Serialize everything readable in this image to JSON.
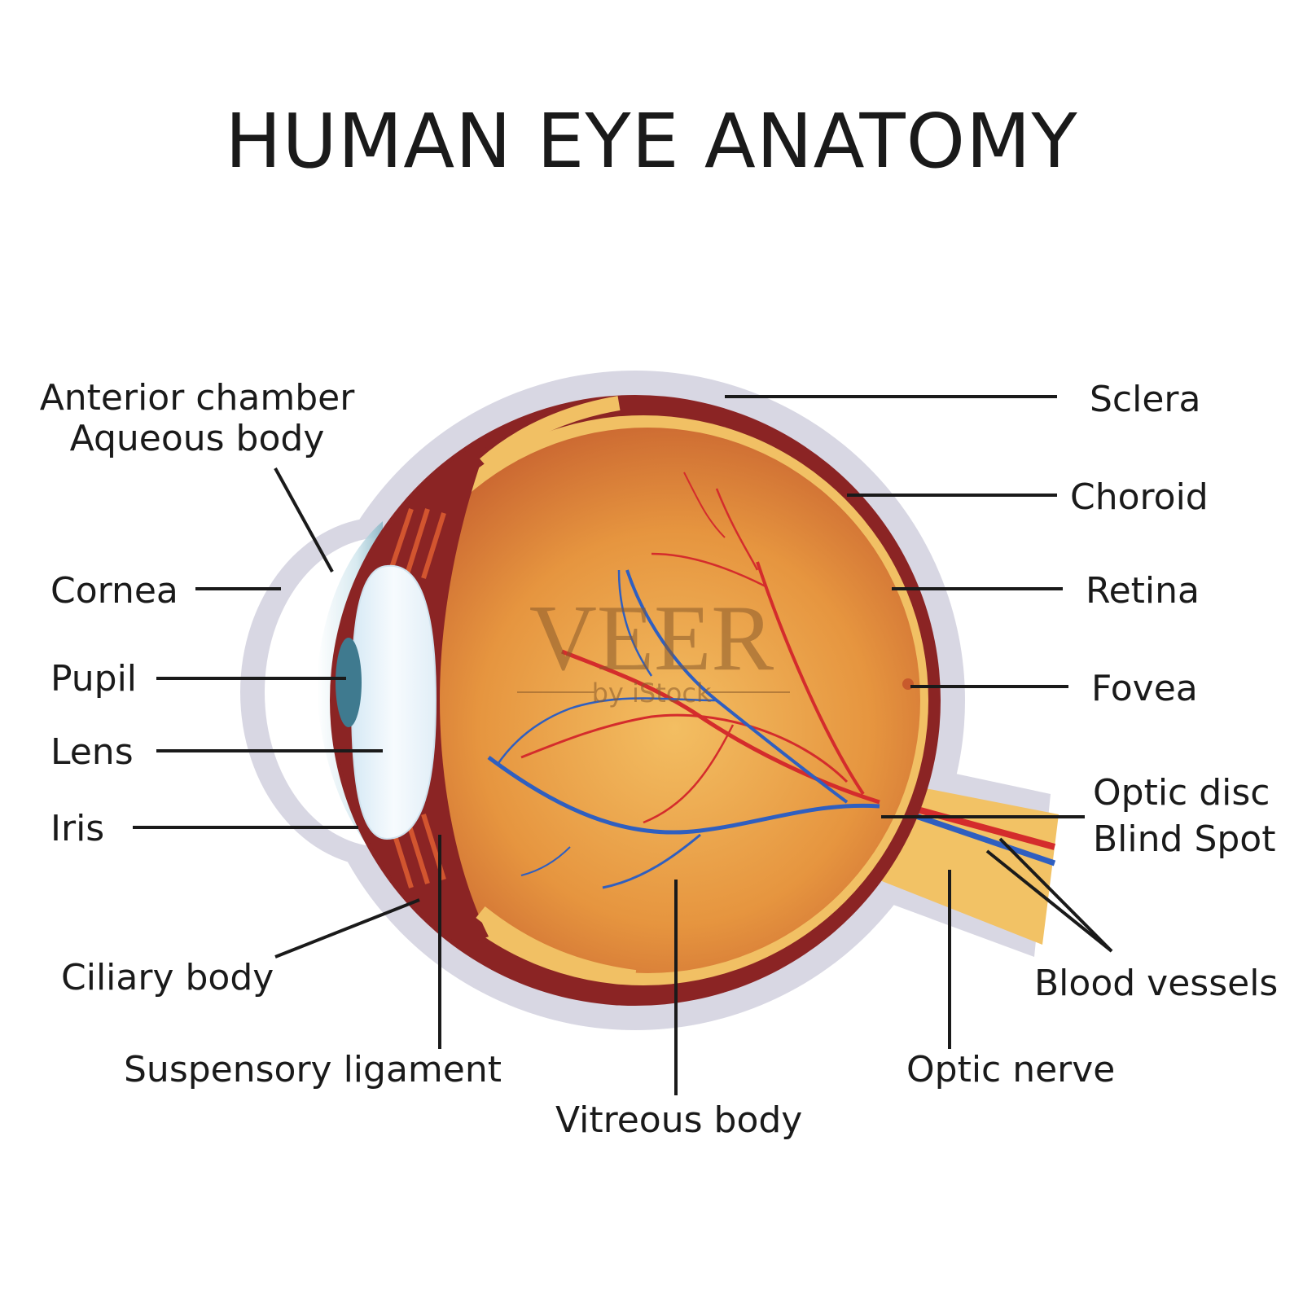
{
  "title": "HUMAN EYE ANATOMY",
  "watermark": {
    "brand": "VEER",
    "sub": "by iStock"
  },
  "labels": {
    "anterior_chamber": "Anterior chamber",
    "aqueous_body": "Aqueous body",
    "cornea": "Cornea",
    "pupil": "Pupil",
    "lens": "Lens",
    "iris": "Iris",
    "ciliary_body": "Ciliary body",
    "suspensory_ligament": "Suspensory ligament",
    "vitreous_body": "Vitreous body",
    "optic_nerve": "Optic nerve",
    "blood_vessels": "Blood vessels",
    "optic_disc": "Optic disc",
    "blind_spot": "Blind Spot",
    "fovea": "Fovea",
    "retina": "Retina",
    "choroid": "Choroid",
    "sclera": "Sclera"
  },
  "colors": {
    "sclera_outline": "#d8d7e3",
    "choroid": "#8b2424",
    "retina": "#f1c064",
    "vitreous_center": "#f0b458",
    "vitreous_edge": "#cc6633",
    "lens": "#eaf4fb",
    "cornea": "#bcd9e2",
    "pupil": "#3f7a8f",
    "artery": "#d42c2c",
    "vein": "#2f5fc0",
    "text": "#1a1a1a"
  }
}
